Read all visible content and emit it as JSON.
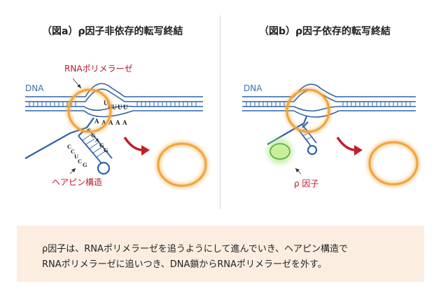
{
  "panel_a": {
    "title": "（図a）ρ因子非依存的転写終結",
    "rna_polymerase_label": "RNAポリメラーゼ",
    "dna_label": "DNA",
    "hairpin_label": "ヘアピン構造",
    "u_run": [
      "U",
      "U",
      "U",
      "U",
      "U"
    ],
    "a_run": [
      "A",
      "A",
      "A",
      "A",
      "A"
    ],
    "stem_left": [
      "C",
      "C",
      "U",
      "C",
      "G"
    ],
    "stem_right": [
      "G",
      "G",
      "A",
      "G",
      "G"
    ]
  },
  "panel_b": {
    "title": "（図b）ρ因子依存的転写終結",
    "dna_label": "DNA",
    "rho_label": "ρ 因子"
  },
  "caption": {
    "line1": "ρ因子は、RNAポリメラーゼを追うようにして進んでいき、ヘアピン構造で",
    "line2": "RNAポリメラーゼに追いつき、DNA鎖からRNAポリメラーゼを外す。"
  },
  "colors": {
    "strand": "#2d62a8",
    "label_blue": "#3d6fb0",
    "label_red": "#c2162a",
    "polymerase_ring": "#f2a43a",
    "arrow": "#c11f2a",
    "rho_fill": "#a8e07a",
    "rho_ring": "#6cbd3c"
  }
}
